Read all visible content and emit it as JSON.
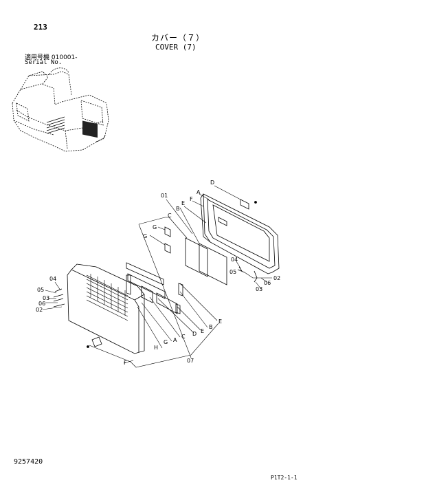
{
  "page": {
    "number": "213",
    "title_jp": "カバー（７）",
    "title_en": "COVER (7)",
    "serial_label_jp": "適用号機",
    "serial_from": "010001-",
    "serial_label_en": "Serial No.",
    "doc_number": "9257420",
    "page_ref": "P1T2-1-1"
  },
  "callouts": {
    "d": "D",
    "n01": "01",
    "a": "A",
    "e": "E",
    "f": "F",
    "b": "B",
    "c": "C",
    "g": "G",
    "n04": "04",
    "n05": "05",
    "n02": "02",
    "n06": "06",
    "n03": "03",
    "n07": "07",
    "h": "H"
  }
}
